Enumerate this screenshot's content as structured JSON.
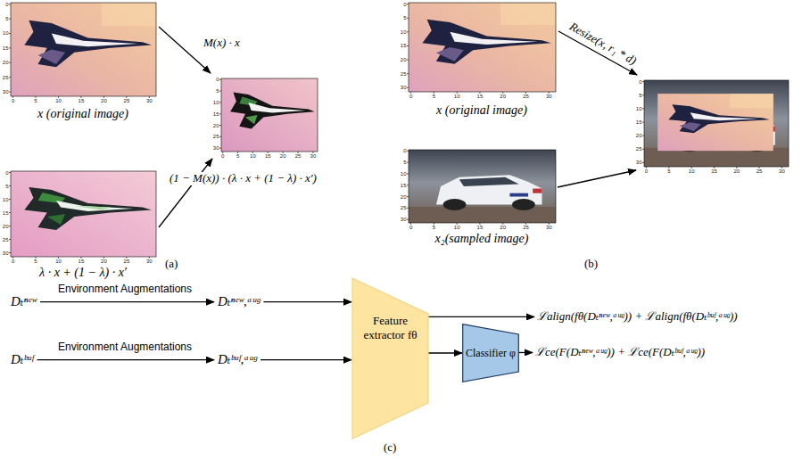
{
  "diagram": {
    "nodes": [
      {
        "text": [
          "Feature extractor fθ"
        ]
      },
      {
        "text": [
          "Classifier φ"
        ]
      }
    ],
    "edges": [
      {
        "from": 0,
        "to": 1,
        "arrow": "to"
      }
    ],
    "labels": [
      "M(x) · x",
      "(1 − M(x)) · (λ · x + (1 − λ) · x′)",
      "x (original image)",
      "λ · x + (1 − λ) · x′",
      "(a)",
      "x (original image)",
      "Resize(x, r₁ * d)",
      "x₂(sampled image)",
      "(b)",
      "Dₜⁿᵉʷ",
      "Environment Augmentations",
      "Dₜⁿᵉʷ,ᵃᵘᵍ",
      "Dₜᵇᵘᶠ",
      "Environment Augmentations",
      "Dₜᵇᵘᶠ,ᵃᵘᵍ",
      "ℒalign(fθ(Dₜⁿᵉʷ,ᵃᵘᵍ)) + ℒalign(fθ(Dₜᵇᵘᶠ,ᵃᵘᵍ))",
      "ℒce(F(Dₜⁿᵉʷ,ᵃᵘᵍ)) + ℒce(F(Dₜᵇᵘᶠ,ᵃᵘᵍ))",
      "(c)",
      "0",
      "5",
      "10",
      "15",
      "20",
      "25",
      "30",
      "0",
      "5",
      "10",
      "15",
      "20",
      "25",
      "30",
      "0",
      "5",
      "10",
      "15",
      "20",
      "25",
      "30",
      "0",
      "5",
      "10",
      "15",
      "20",
      "25",
      "30",
      "0",
      "5",
      "10",
      "15",
      "20",
      "25",
      "30",
      "0",
      "5",
      "10",
      "15",
      "20",
      "25",
      "30",
      "0",
      "5",
      "10",
      "15",
      "20",
      "25",
      "30",
      "0",
      "5",
      "10",
      "15",
      "20",
      "25",
      "30",
      "0",
      "5",
      "10",
      "15",
      "20",
      "25",
      "30",
      "0",
      "5",
      "10",
      "15",
      "20",
      "25",
      "30",
      "0",
      "5",
      "10",
      "15",
      "20",
      "25",
      "30",
      "0",
      "5",
      "10",
      "15",
      "20",
      "25",
      "30"
    ]
  }
}
